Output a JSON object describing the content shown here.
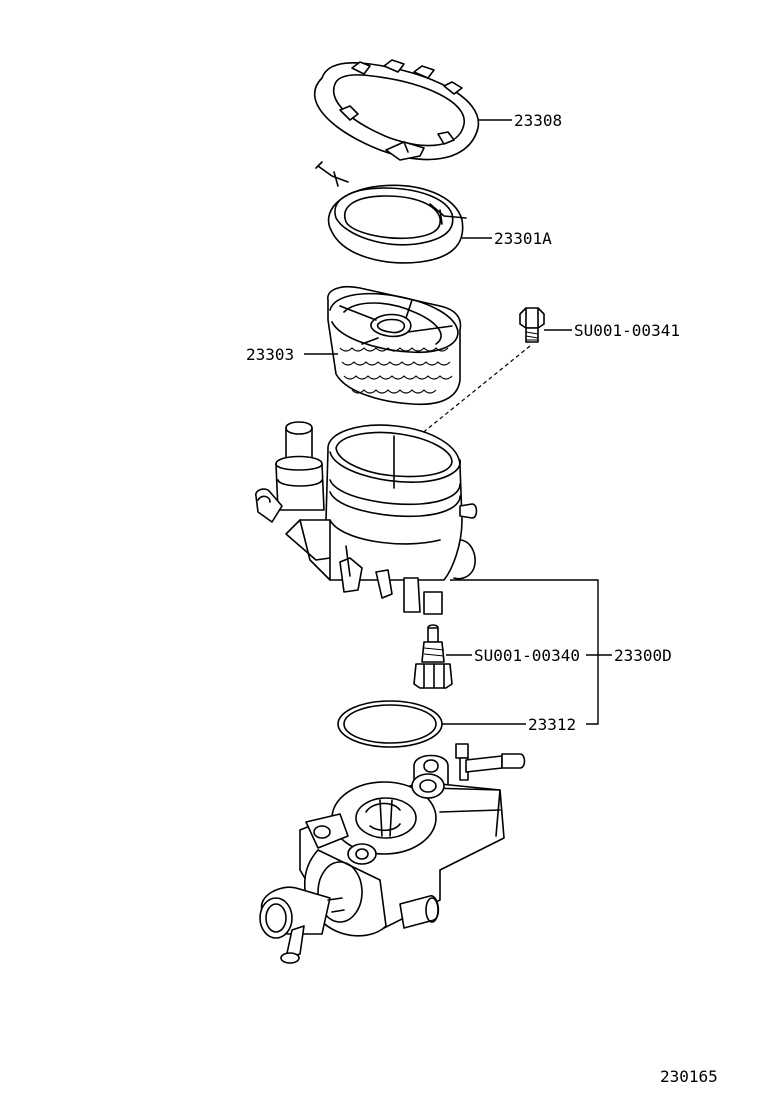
{
  "diagram_id": "230165",
  "parts": {
    "retainer_ring": "23308",
    "filter_cover": "23301A",
    "filter_element": "23303",
    "bolt_upper": "SU001-00341",
    "bolt_lower": "SU001-00340",
    "filter_assembly": "23300D",
    "o_ring": "23312"
  }
}
